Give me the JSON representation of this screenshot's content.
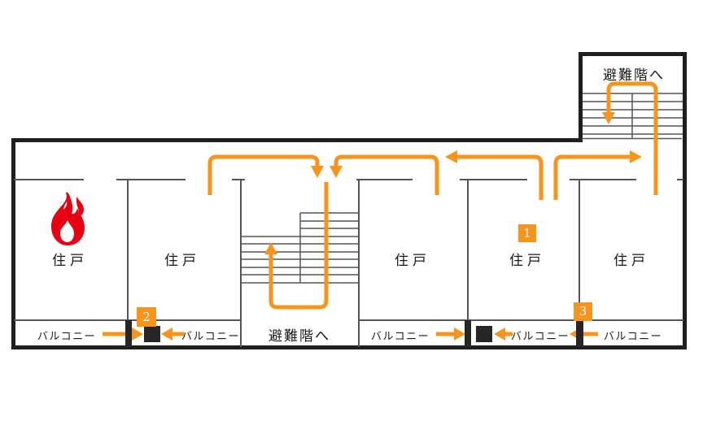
{
  "diagram_type": "apartment-fire-evacuation-route-floor-plan",
  "colors": {
    "route_orange": "#F7941E",
    "fire_red": "#E60012",
    "outer_wall": "#1F1F1F",
    "inner_wall": "#555555",
    "panel_black": "#262626",
    "badge_text": "#FFFFFF",
    "background": "#FFFFFF"
  },
  "plan": {
    "units": [
      {
        "label": "住戸",
        "has_fire": true
      },
      {
        "label": "住戸"
      },
      {
        "label": "住戸"
      },
      {
        "label": "住戸",
        "badge": "1"
      },
      {
        "label": "住戸"
      }
    ],
    "balconies": [
      {
        "label": "バルコニー"
      },
      {
        "label": "バルコニー"
      },
      {
        "label": "バルコニー"
      },
      {
        "label": "バルコニー"
      },
      {
        "label": "バルコニー"
      }
    ],
    "upper_stair": {
      "label": "避難階へ"
    },
    "center_stair": {
      "label": "避難階へ"
    },
    "badges": [
      {
        "number": "1"
      },
      {
        "number": "2"
      },
      {
        "number": "3"
      }
    ]
  }
}
